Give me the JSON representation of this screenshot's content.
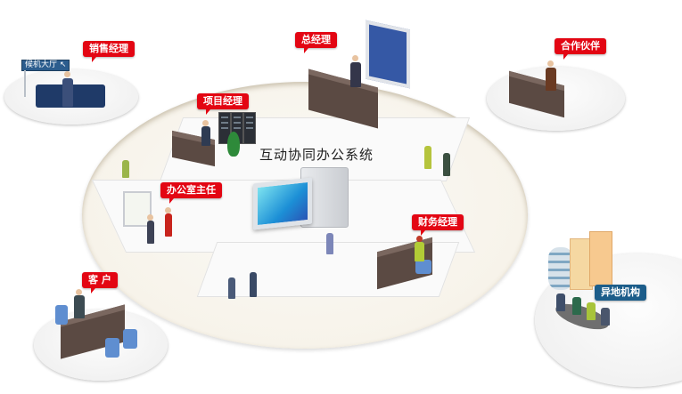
{
  "diagram": {
    "title": "互动协同办公系统",
    "center_label": "互动协同办公系统",
    "roles": [
      {
        "id": "sales-manager",
        "label": "销售经理",
        "location": "top-left",
        "scene": "机场候机大厅"
      },
      {
        "id": "general-manager",
        "label": "总经理",
        "location": "top-center"
      },
      {
        "id": "partner",
        "label": "合作伙伴",
        "location": "top-right"
      },
      {
        "id": "project-manager",
        "label": "项目经理",
        "location": "center-left"
      },
      {
        "id": "office-director",
        "label": "办公室主任",
        "location": "left"
      },
      {
        "id": "finance-manager",
        "label": "财务经理",
        "location": "center-right"
      },
      {
        "id": "customer",
        "label": "客 户",
        "location": "bottom-left"
      },
      {
        "id": "remote-branch",
        "label": "异地机构",
        "location": "bottom-right"
      }
    ],
    "signs": {
      "airport_sign": "候机大厅 ↖"
    },
    "colors": {
      "label_red": "#e30613",
      "label_blue": "#1c5d8a",
      "platform": "#f7f3ea",
      "text_dark": "#222222"
    }
  }
}
